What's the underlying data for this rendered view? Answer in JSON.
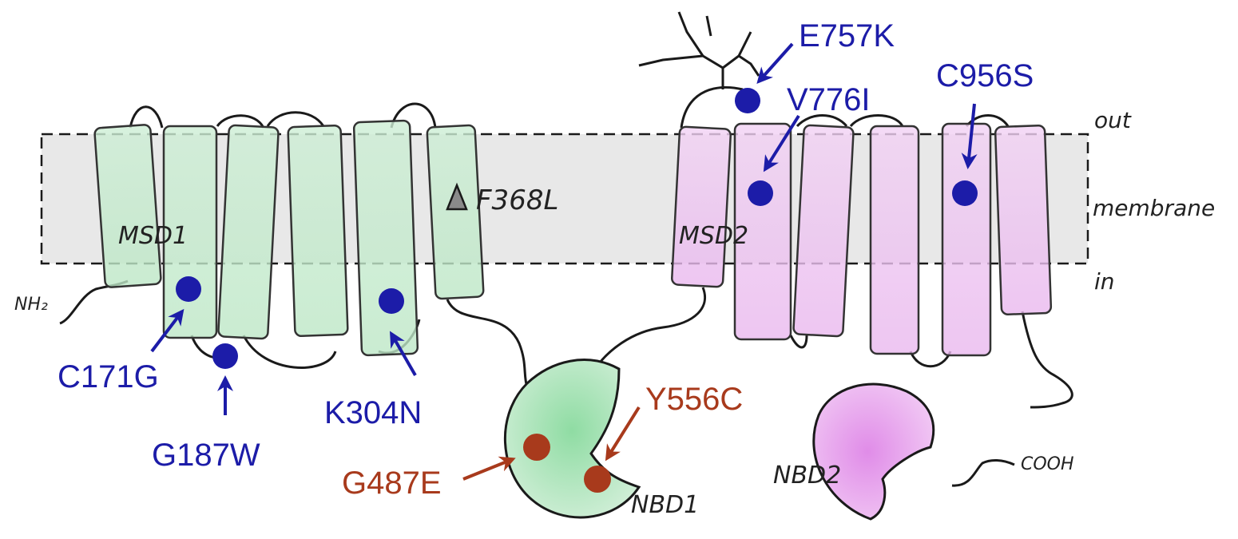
{
  "labels": {
    "out": "out",
    "membrane": "membrane",
    "in": "in",
    "nh2": "NH₂",
    "cooh": "COOH",
    "msd1": "MSD1",
    "msd2": "MSD2",
    "nbd1": "NBD1",
    "nbd2": "NBD2"
  },
  "colors": {
    "blue_mutation": "#1c1ca8",
    "red_mutation": "#a83a1c",
    "msd1_green": "#bfe8c8",
    "msd2_pink": "#ecc2f0",
    "membrane_gray": "#e4e4e4"
  },
  "mutations": {
    "e757k": "E757K",
    "v776i": "V776I",
    "c956s": "C956S",
    "c171g": "C171G",
    "g187w": "G187W",
    "k304n": "K304N",
    "f368l": "F368L",
    "y556c": "Y556C",
    "g487e": "G487E"
  }
}
